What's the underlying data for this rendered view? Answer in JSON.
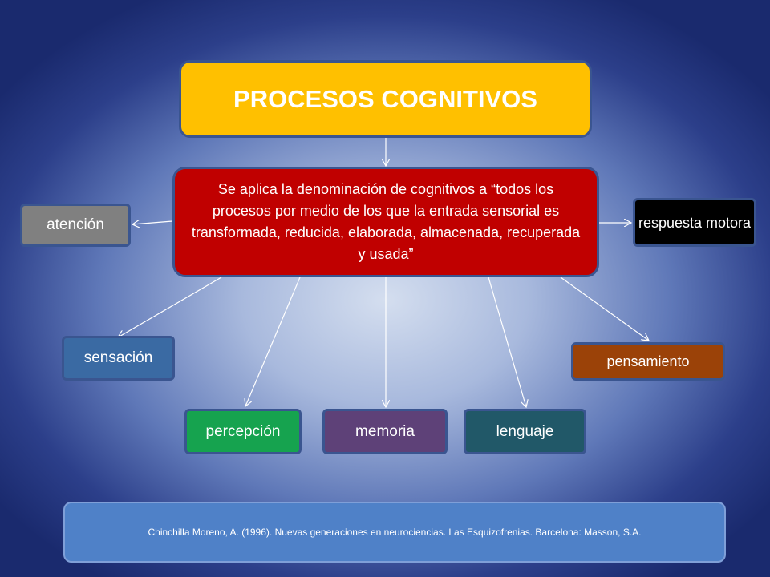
{
  "diagram": {
    "title": "PROCESOS COGNITIVOS",
    "definition": "Se aplica la denominación de cognitivos a “todos los procesos por medio de los que la entrada sensorial es transformada, reducida, elaborada, almacenada, recuperada y usada”",
    "nodes": {
      "atencion": "atención",
      "respuesta_motora": "respuesta motora",
      "sensacion": "sensación",
      "pensamiento": "pensamiento",
      "percepcion": "percepción",
      "memoria": "memoria",
      "lenguaje": "lenguaje"
    },
    "citation": "Chinchilla Moreno, A. (1996). Nuevas generaciones en neurociencias. Las Esquizofrenias. Barcelona: Masson, S.A."
  },
  "colors": {
    "title_fill": "#ffc000",
    "definition_fill": "#c00000",
    "atencion_fill": "#808080",
    "respuesta_fill": "#000000",
    "sensacion_fill": "#3a6aa3",
    "pensamiento_fill": "#9b4208",
    "percepcion_fill": "#16a34f",
    "memoria_fill": "#5e4178",
    "lenguaje_fill": "#215868",
    "citation_fill": "#4f81c8"
  }
}
